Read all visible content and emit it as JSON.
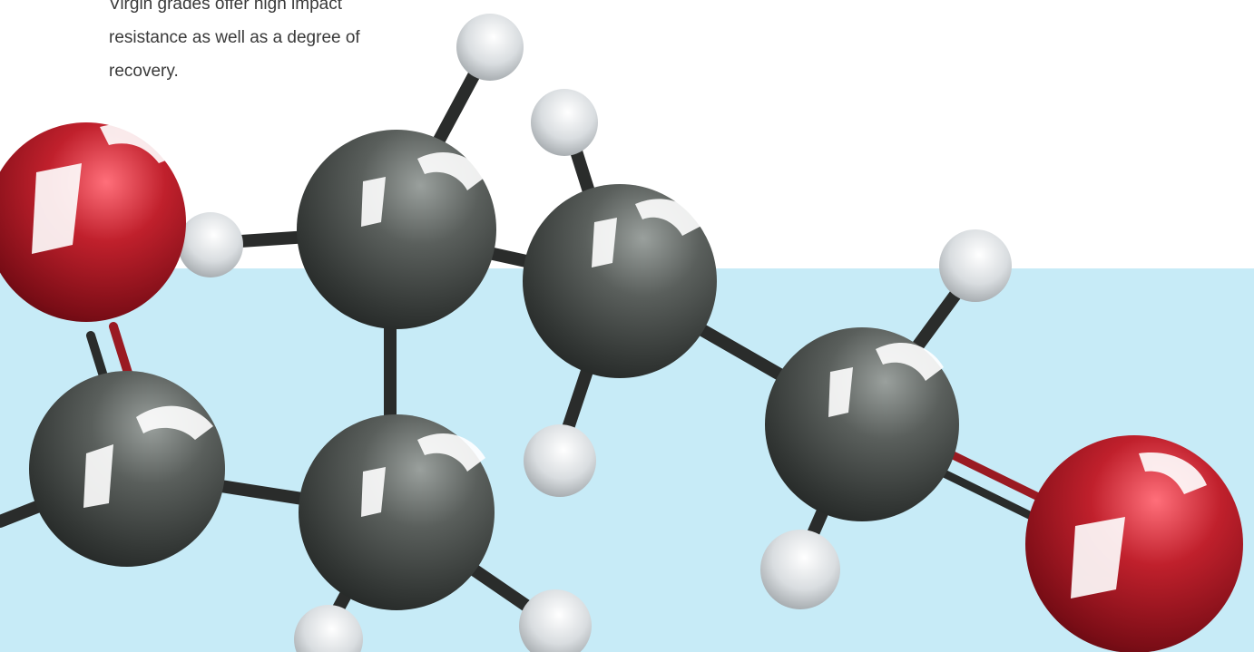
{
  "intro": {
    "lines": [
      "Virgin grades offer high impact",
      "resistance as well as a degree of",
      "recovery."
    ]
  },
  "colors": {
    "band": "#c7ebf7",
    "text": "#3a3a3a",
    "carbon": "#4a4e4c",
    "oxygen": "#b01a26",
    "hydrogen": "#d9dde0"
  },
  "illustration": {
    "subject": "molecule-ball-and-stick",
    "atoms": [
      "oxygen",
      "hydrogen",
      "carbon",
      "carbon",
      "carbon",
      "carbon",
      "carbon",
      "hydrogen",
      "hydrogen",
      "hydrogen",
      "hydrogen",
      "hydrogen",
      "hydrogen",
      "hydrogen",
      "oxygen"
    ]
  }
}
